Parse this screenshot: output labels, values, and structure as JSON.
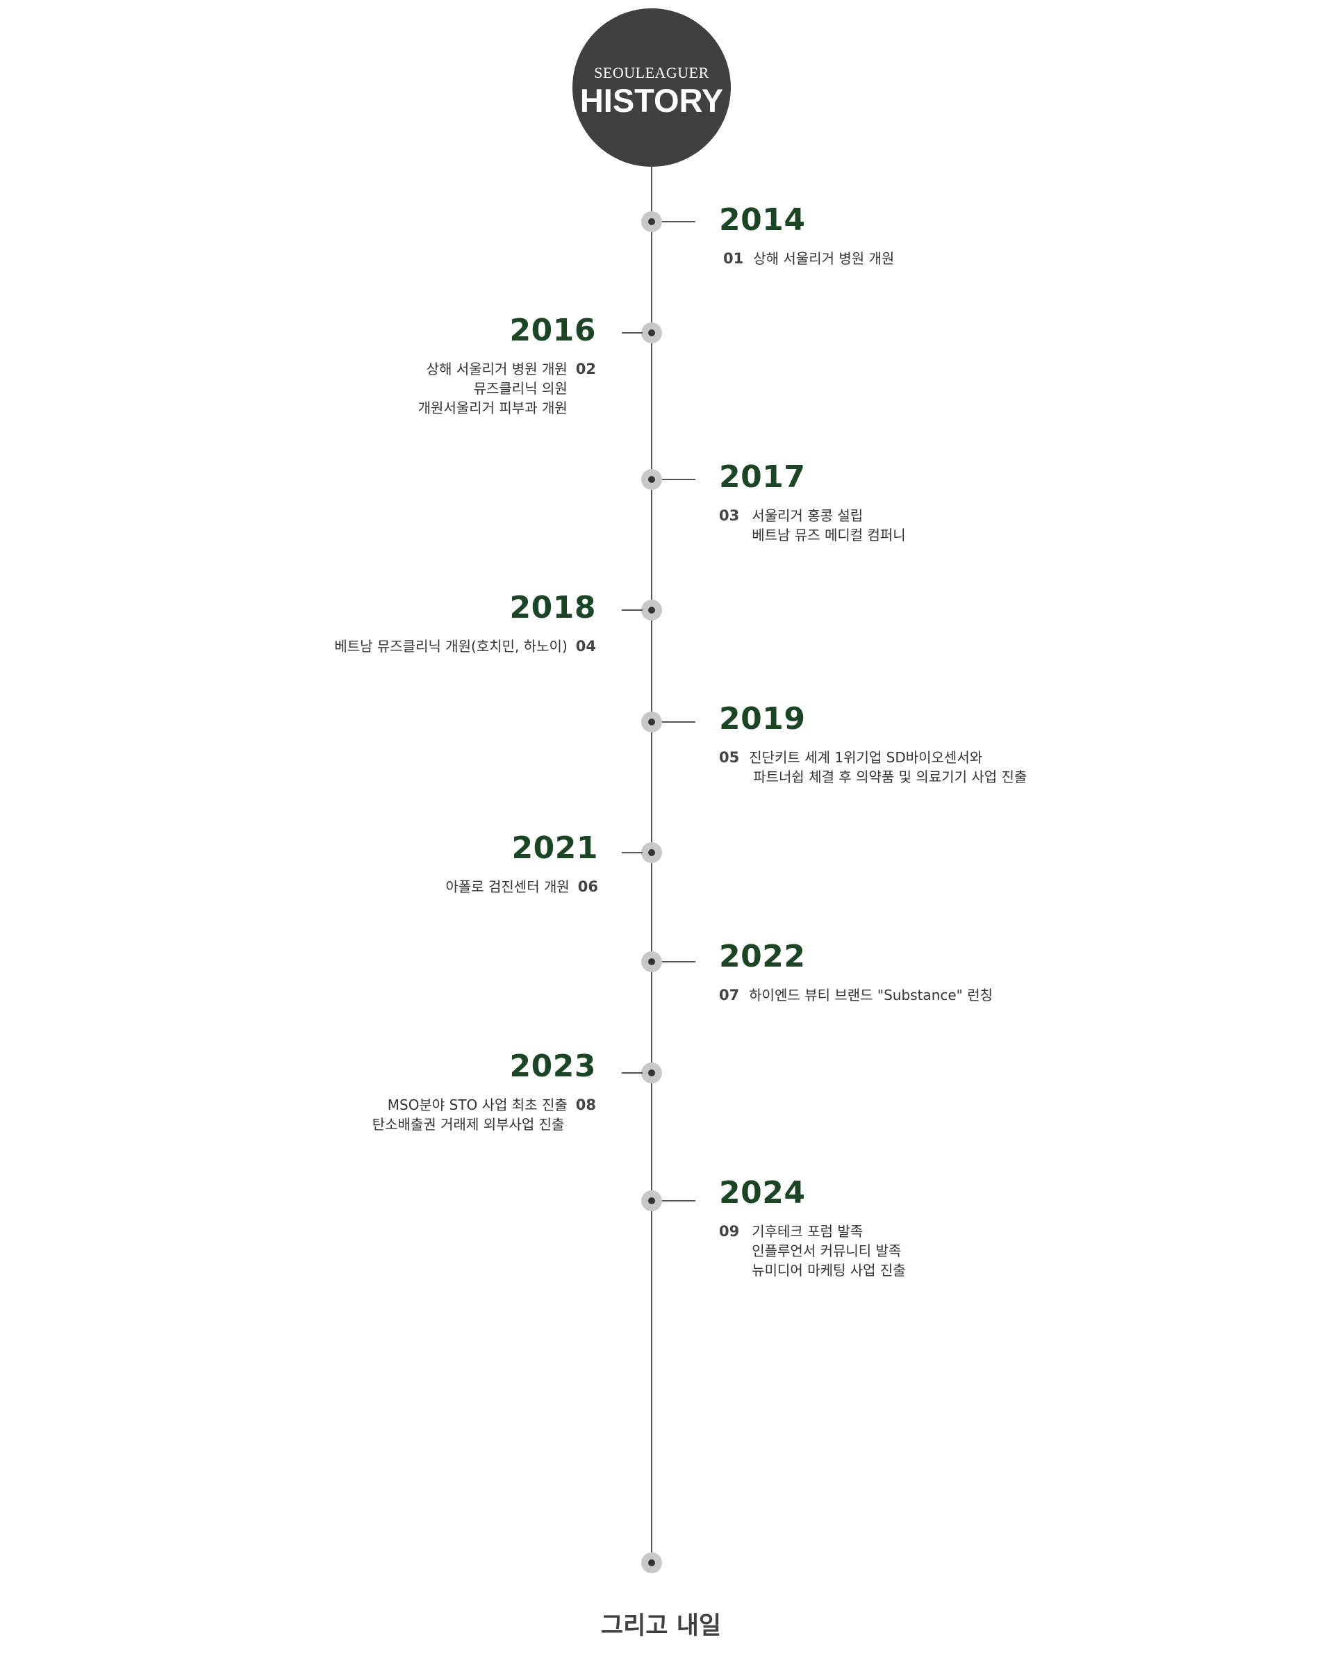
{
  "header": {
    "brand": "SEOULEAGUER",
    "title": "HISTORY"
  },
  "timeline": [
    {
      "year": "2014",
      "number": "01",
      "lines": [
        "상해 서울리거 병원 개원"
      ]
    },
    {
      "year": "2016",
      "number": "02",
      "lines": [
        "상해 서울리거 병원 개원",
        "뮤즈클리닉 의원",
        "개원서울리거 피부과 개원"
      ]
    },
    {
      "year": "2017",
      "number": "03",
      "lines": [
        "서울리거 홍콩 설립",
        "베트남 뮤즈 메디컬 컴퍼니"
      ]
    },
    {
      "year": "2018",
      "number": "04",
      "lines": [
        "베트남 뮤즈클리닉 개원(호치민, 하노이)"
      ]
    },
    {
      "year": "2019",
      "number": "05",
      "lines": [
        "진단키트 세계 1위기업  SD바이오센서와",
        "파트너쉽 체결 후 의약품 및 의료기기 사업 진출"
      ]
    },
    {
      "year": "2021",
      "number": "06",
      "lines": [
        "아폴로 검진센터 개원"
      ]
    },
    {
      "year": "2022",
      "number": "07",
      "lines": [
        "하이엔드 뷰티 브랜드 \"Substance\" 런칭"
      ]
    },
    {
      "year": "2023",
      "number": "08",
      "lines": [
        "MSO분야 STO 사업 최초 진출",
        "탄소배출권 거래제 외부사업 진출"
      ]
    },
    {
      "year": "2024",
      "number": "09",
      "lines": [
        "기후테크 포럼 발족",
        "인플루언서 커뮤니티 발족",
        "뉴미디어 마케팅 사업 진출"
      ]
    }
  ],
  "footer": {
    "text": "그리고 내일"
  }
}
